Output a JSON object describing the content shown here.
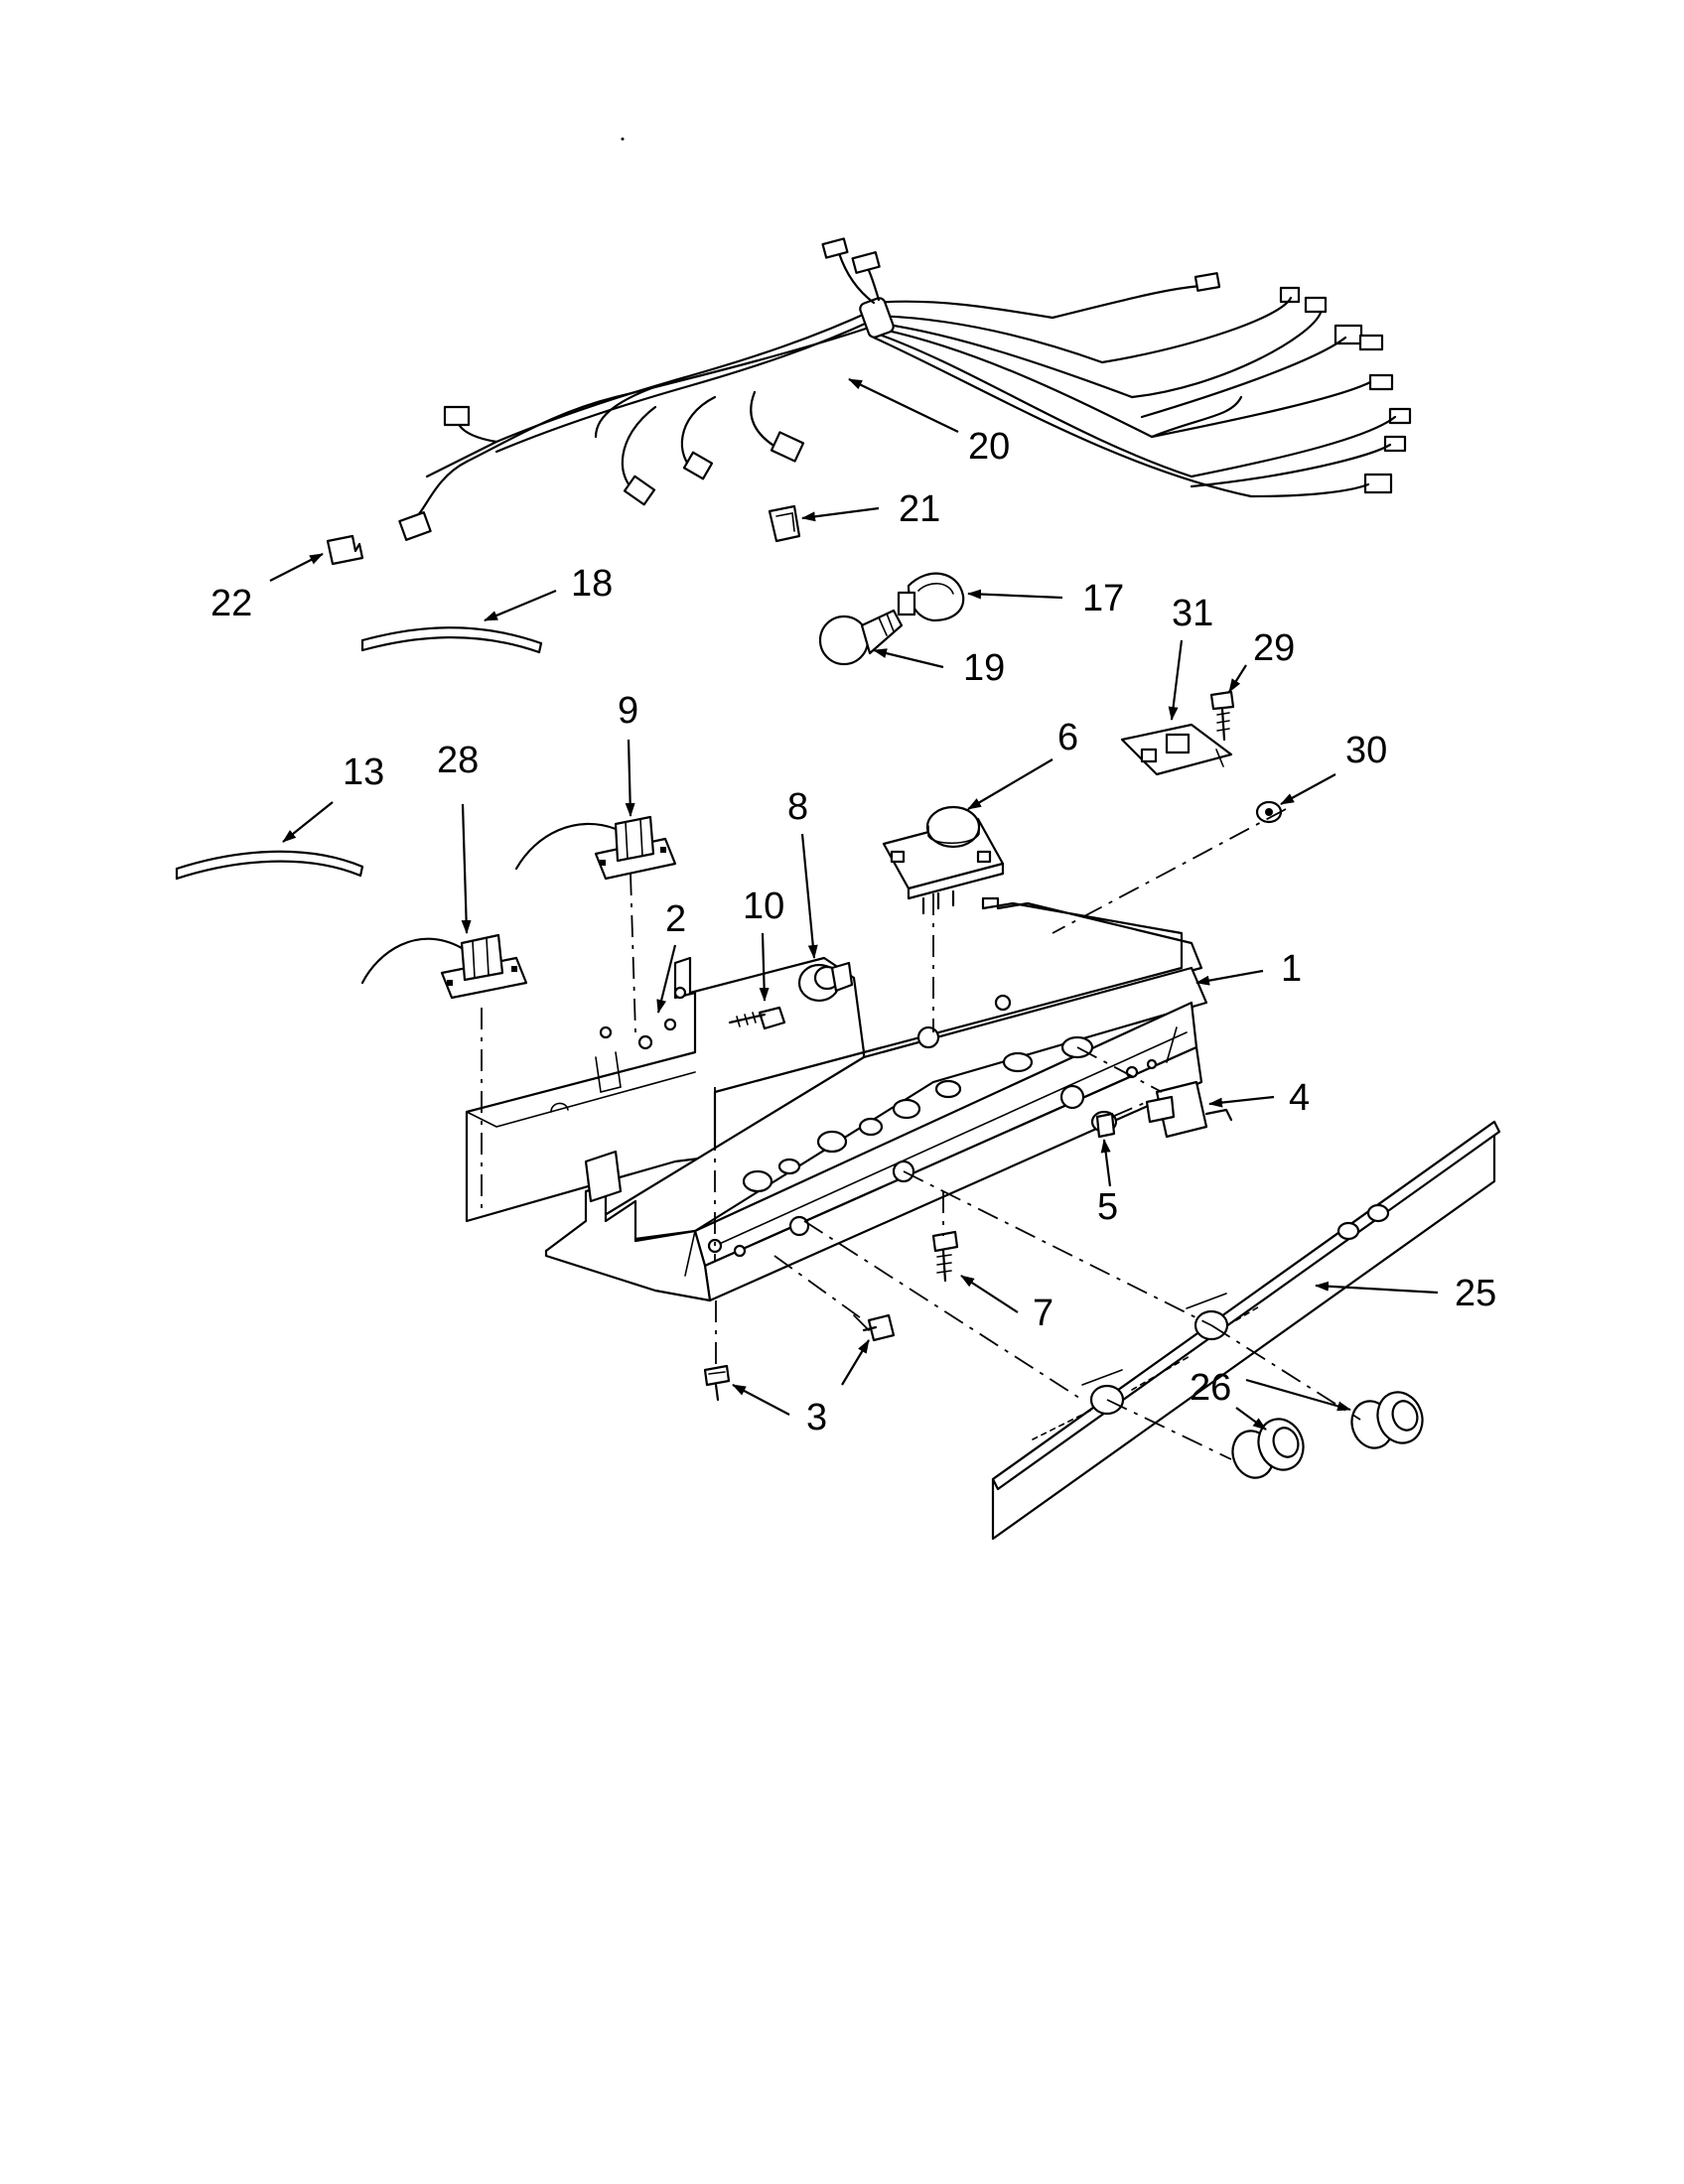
{
  "callouts": {
    "c1": "1",
    "c2": "2",
    "c3a": "3",
    "c4": "4",
    "c5": "5",
    "c6": "6",
    "c7": "7",
    "c8": "8",
    "c9": "9",
    "c10": "10",
    "c13": "13",
    "c17": "17",
    "c18": "18",
    "c19": "19",
    "c20": "20",
    "c21": "21",
    "c22": "22",
    "c25": "25",
    "c26": "26",
    "c28": "28",
    "c29": "29",
    "c30": "30",
    "c31": "31"
  }
}
